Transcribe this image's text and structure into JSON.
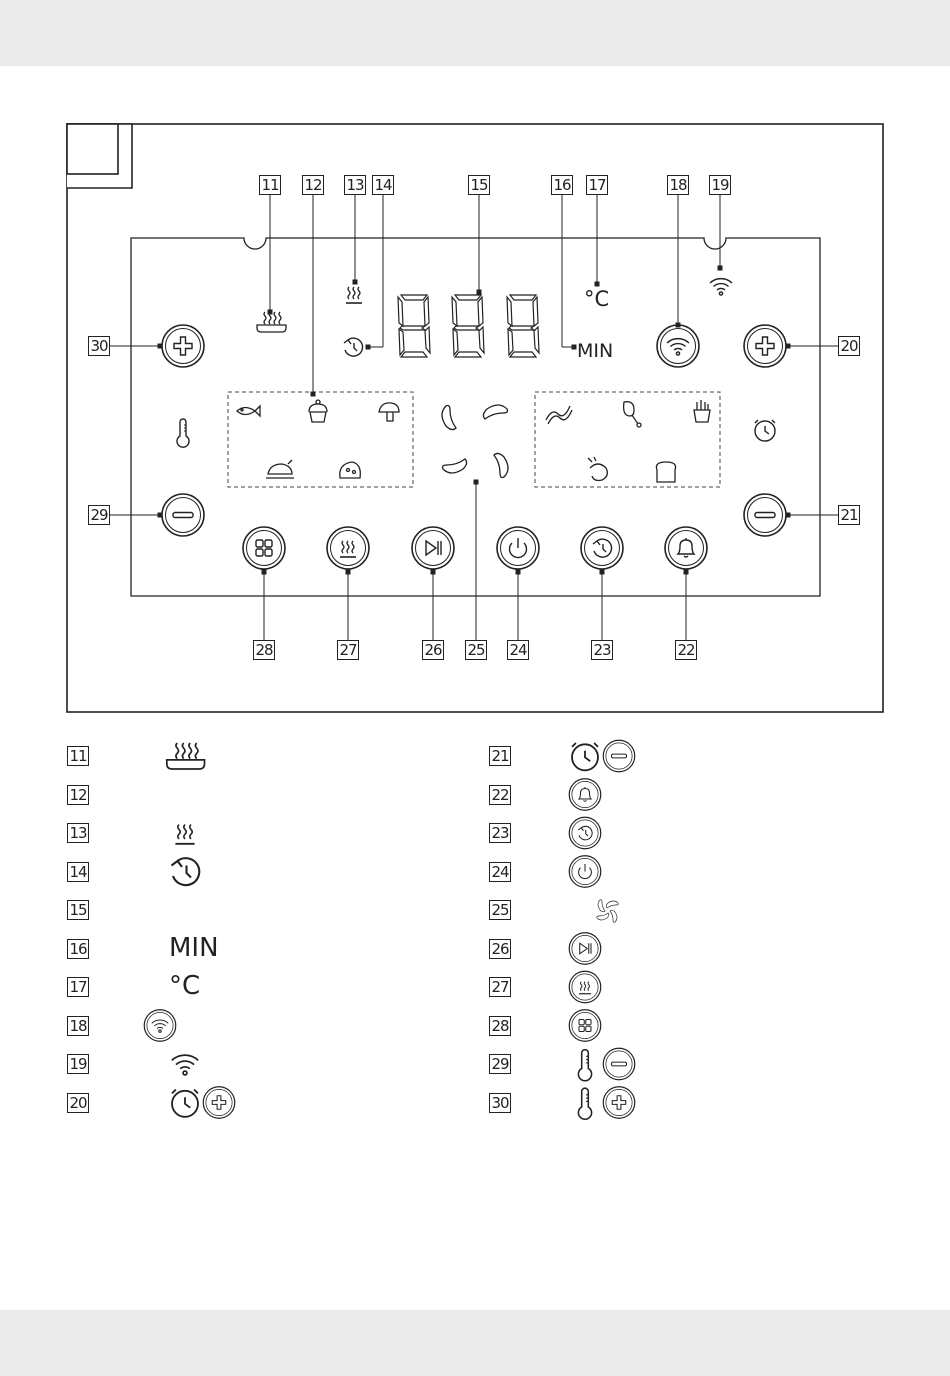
{
  "panel": {
    "callouts_top": [
      "11",
      "12",
      "13",
      "14",
      "15",
      "16",
      "17",
      "18",
      "19"
    ],
    "callouts_bottom": [
      "28",
      "27",
      "26",
      "25",
      "24",
      "23",
      "22"
    ],
    "callouts_left": [
      "30",
      "29"
    ],
    "callouts_right": [
      "20",
      "21"
    ],
    "display_unit_min": "MIN",
    "display_unit_temp": "°C"
  },
  "legend": {
    "left": [
      {
        "num": "11",
        "icons": [
          "steam-tray-icon"
        ]
      },
      {
        "num": "12",
        "icons": []
      },
      {
        "num": "13",
        "icons": [
          "steam-icon"
        ]
      },
      {
        "num": "14",
        "icons": [
          "history-icon"
        ]
      },
      {
        "num": "15",
        "icons": []
      },
      {
        "num": "16",
        "icons": [
          "min-text"
        ],
        "text": "MIN"
      },
      {
        "num": "17",
        "icons": [
          "celsius-text"
        ],
        "text": "°C"
      },
      {
        "num": "18",
        "icons": [
          "wifi-button-icon"
        ]
      },
      {
        "num": "19",
        "icons": [
          "wifi-icon"
        ]
      },
      {
        "num": "20",
        "icons": [
          "alarm-clock-icon",
          "plus-button-icon"
        ]
      }
    ],
    "right": [
      {
        "num": "21",
        "icons": [
          "alarm-clock-icon",
          "minus-button-icon"
        ]
      },
      {
        "num": "22",
        "icons": [
          "bell-button-icon"
        ]
      },
      {
        "num": "23",
        "icons": [
          "history-button-icon"
        ]
      },
      {
        "num": "24",
        "icons": [
          "power-button-icon"
        ]
      },
      {
        "num": "25",
        "icons": [
          "fan-icon"
        ]
      },
      {
        "num": "26",
        "icons": [
          "play-pause-button-icon"
        ]
      },
      {
        "num": "27",
        "icons": [
          "steam-button-icon"
        ]
      },
      {
        "num": "28",
        "icons": [
          "menu-grid-button-icon"
        ]
      },
      {
        "num": "29",
        "icons": [
          "thermometer-icon",
          "minus-button-icon"
        ]
      },
      {
        "num": "30",
        "icons": [
          "thermometer-icon",
          "plus-button-icon"
        ]
      }
    ]
  }
}
